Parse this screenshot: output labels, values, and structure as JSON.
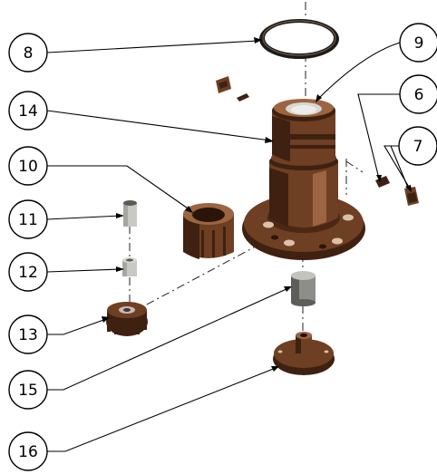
{
  "diagram": {
    "callouts": [
      {
        "label": "8"
      },
      {
        "label": "9"
      },
      {
        "label": "14"
      },
      {
        "label": "6"
      },
      {
        "label": "7"
      },
      {
        "label": "10"
      },
      {
        "label": "11"
      },
      {
        "label": "12"
      },
      {
        "label": "13"
      },
      {
        "label": "15"
      },
      {
        "label": "16"
      }
    ]
  },
  "colors": {
    "part_bronze": "#6e3f22",
    "part_dark": "#3e2110",
    "part_steel": "#c9c9c4",
    "line": "#000000",
    "background": "#ffffff"
  }
}
